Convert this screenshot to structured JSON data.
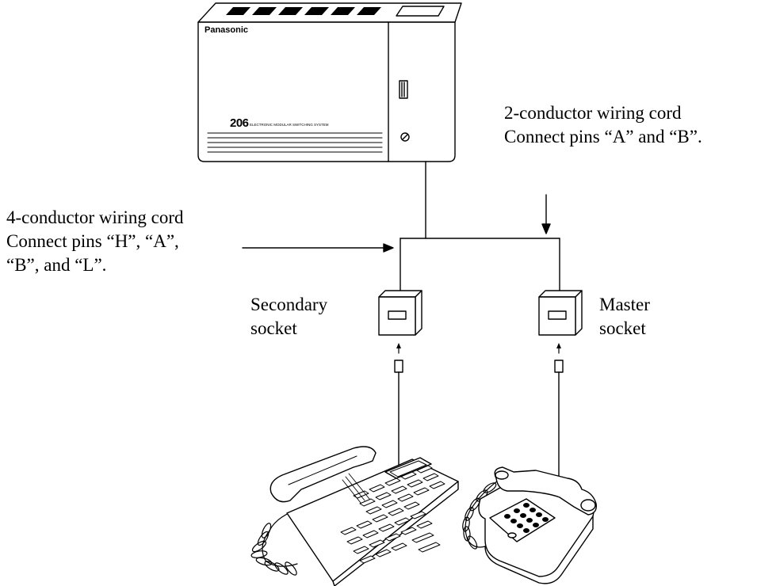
{
  "pbx": {
    "brand": "Panasonic",
    "model": "206",
    "system_text": "ELECTRONIC MODULAR SWITCHING SYSTEM"
  },
  "labels": {
    "two_conductor": {
      "line1": "2-conductor wiring cord",
      "line2": "Connect pins “A” and “B”."
    },
    "four_conductor": {
      "line1": "4-conductor wiring cord",
      "line2": "Connect pins “H”, “A”,",
      "line3": "“B”, and “L”."
    },
    "secondary_socket": {
      "line1": "Secondary",
      "line2": "socket"
    },
    "master_socket": {
      "line1": "Master",
      "line2": "socket"
    }
  }
}
